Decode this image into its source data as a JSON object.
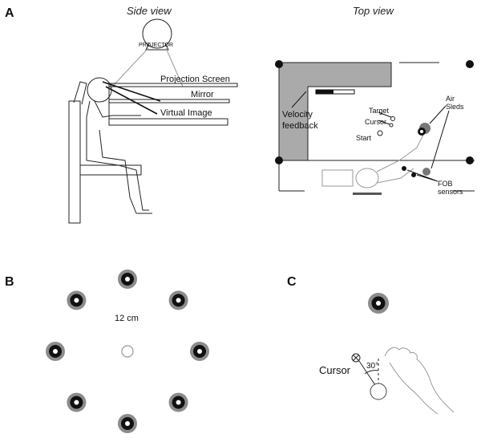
{
  "panels": {
    "a": "A",
    "b": "B",
    "c": "C"
  },
  "views": {
    "side": "Side view",
    "top": "Top view"
  },
  "side_labels": {
    "projector": "PROJECTOR",
    "projection_screen": "Projection Screen",
    "mirror": "Mirror",
    "virtual_image": "Virtual Image"
  },
  "top_labels": {
    "velocity_feedback_line1": "Velocity",
    "velocity_feedback_line2": "feedback",
    "target": "Target",
    "cursor": "Cursor",
    "start": "Start",
    "air_sleds_line1": "Air",
    "air_sleds_line2": "Sleds",
    "fob_line1": "FOB",
    "fob_line2": "sensors"
  },
  "panel_b": {
    "distance": "12 cm"
  },
  "panel_c": {
    "cursor": "Cursor",
    "angle": "30°"
  },
  "colors": {
    "ink": "#111111",
    "wall": "#aaaaaa",
    "target_ring": "#8c8c8c"
  }
}
